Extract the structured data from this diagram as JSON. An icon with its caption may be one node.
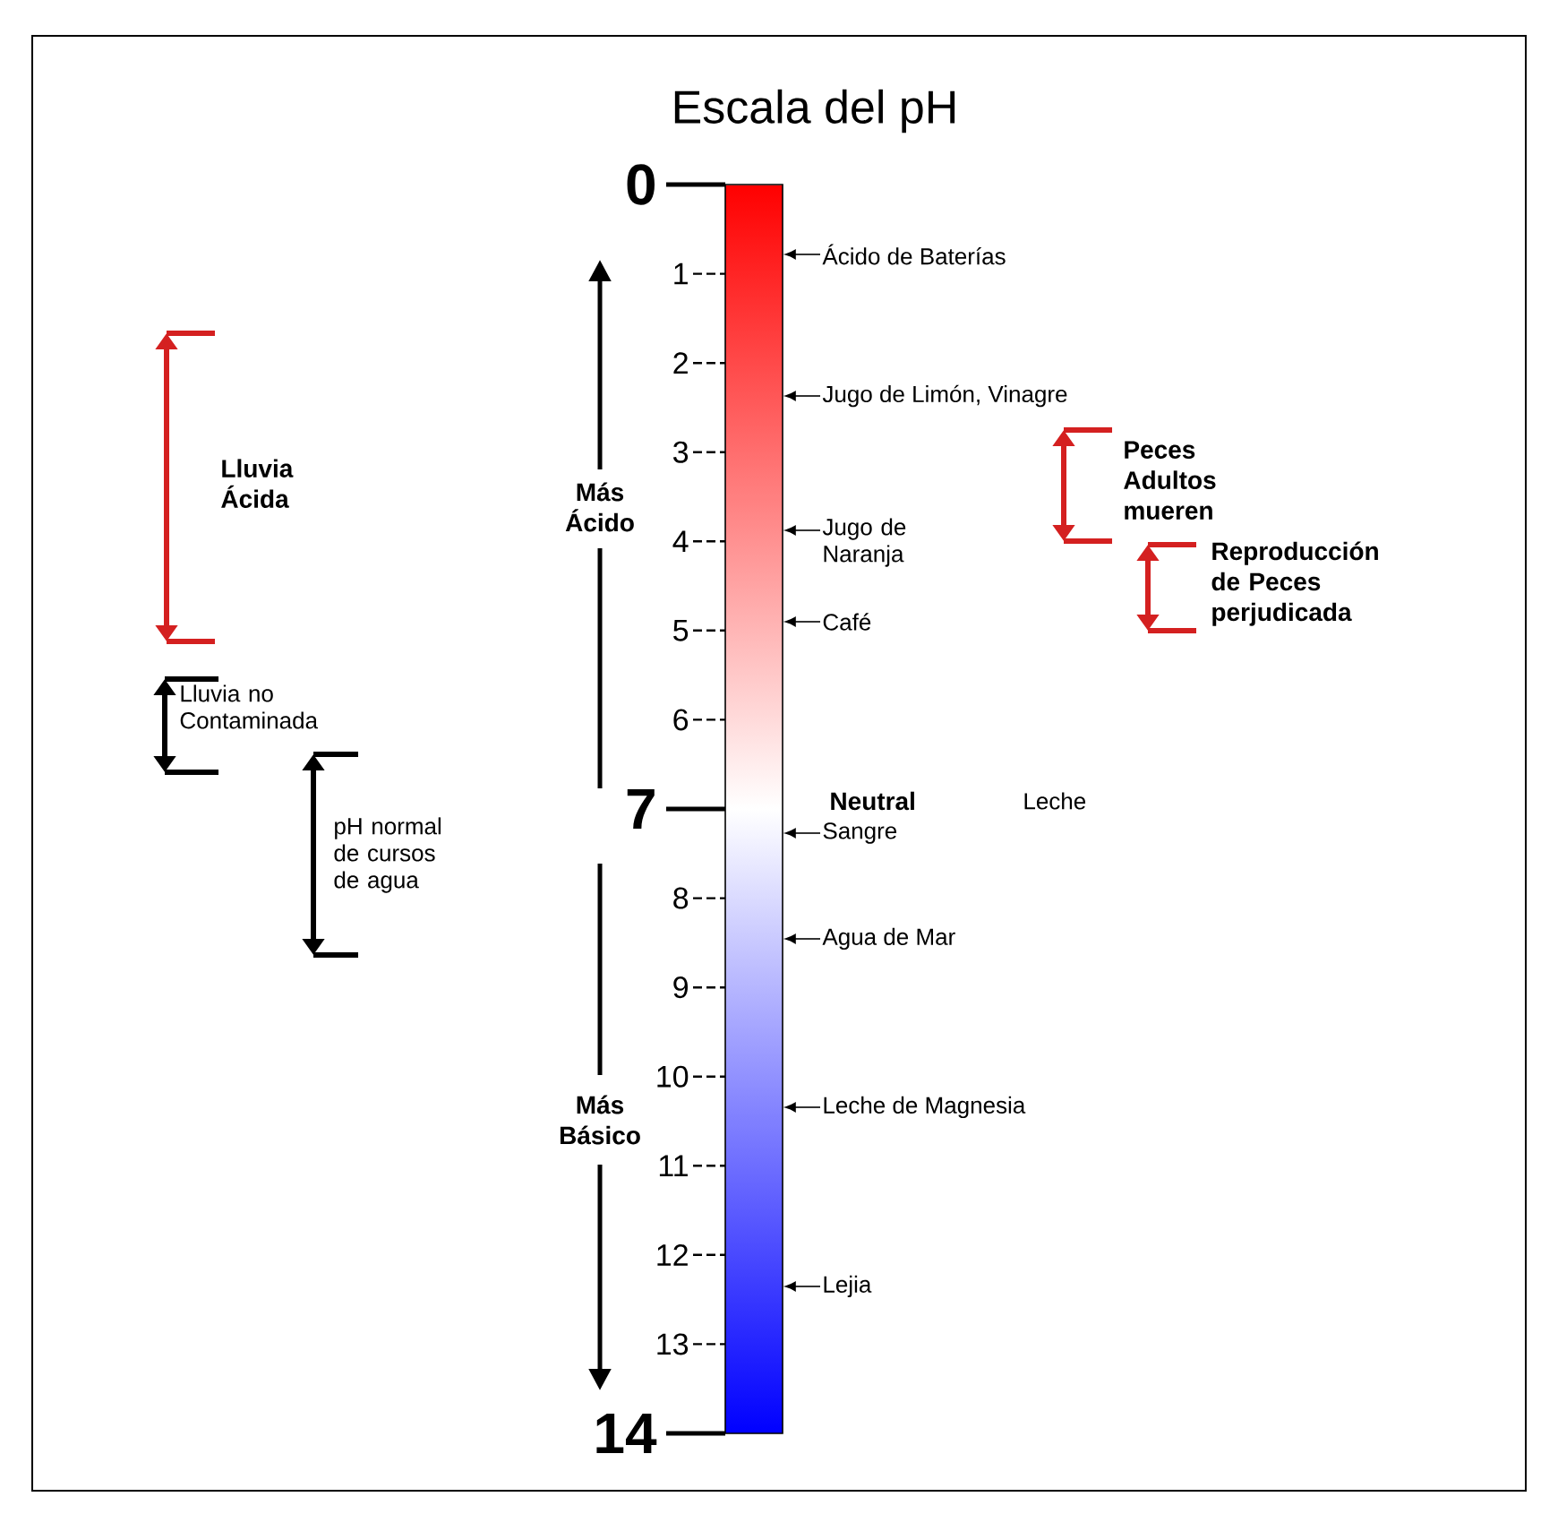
{
  "diagram": {
    "title": "Escala del pH",
    "nodes": [
      {
        "text": [],
        "shape": "bar"
      },
      {
        "text": [
          "Ácido de Baterías"
        ]
      },
      {
        "text": [
          "Jugo de Limón, Vinagre"
        ]
      },
      {
        "text": [
          "Jugo de Naranja"
        ]
      },
      {
        "text": [
          "Café"
        ]
      },
      {
        "text": [
          "Sangre"
        ]
      },
      {
        "text": [
          "Agua de Mar"
        ]
      },
      {
        "text": [
          "Leche de Magnesia"
        ]
      },
      {
        "text": [
          "Lejia"
        ]
      }
    ],
    "edges": [
      {
        "from": 1,
        "to": 0,
        "arrow": "to"
      },
      {
        "from": 2,
        "to": 0,
        "arrow": "to"
      },
      {
        "from": 3,
        "to": 0,
        "arrow": "to"
      },
      {
        "from": 4,
        "to": 0,
        "arrow": "to"
      },
      {
        "from": 5,
        "to": 0,
        "arrow": "to"
      },
      {
        "from": 6,
        "to": 0,
        "arrow": "to"
      },
      {
        "from": 7,
        "to": 0,
        "arrow": "to"
      },
      {
        "from": 8,
        "to": 0,
        "arrow": "to"
      }
    ],
    "labels": [
      "0",
      "1",
      "2",
      "3",
      "4",
      "5",
      "6",
      "7",
      "8",
      "9",
      "10",
      "11",
      "12",
      "13",
      "14",
      "Más Ácido",
      "Más Básico",
      "Neutral",
      "Leche",
      "Lluvia Ácida",
      "Lluvia no Contaminada",
      "pH normal de cursos de agua",
      "Peces Adultos mueren",
      "Reproducción de Peces perjudicada"
    ]
  }
}
